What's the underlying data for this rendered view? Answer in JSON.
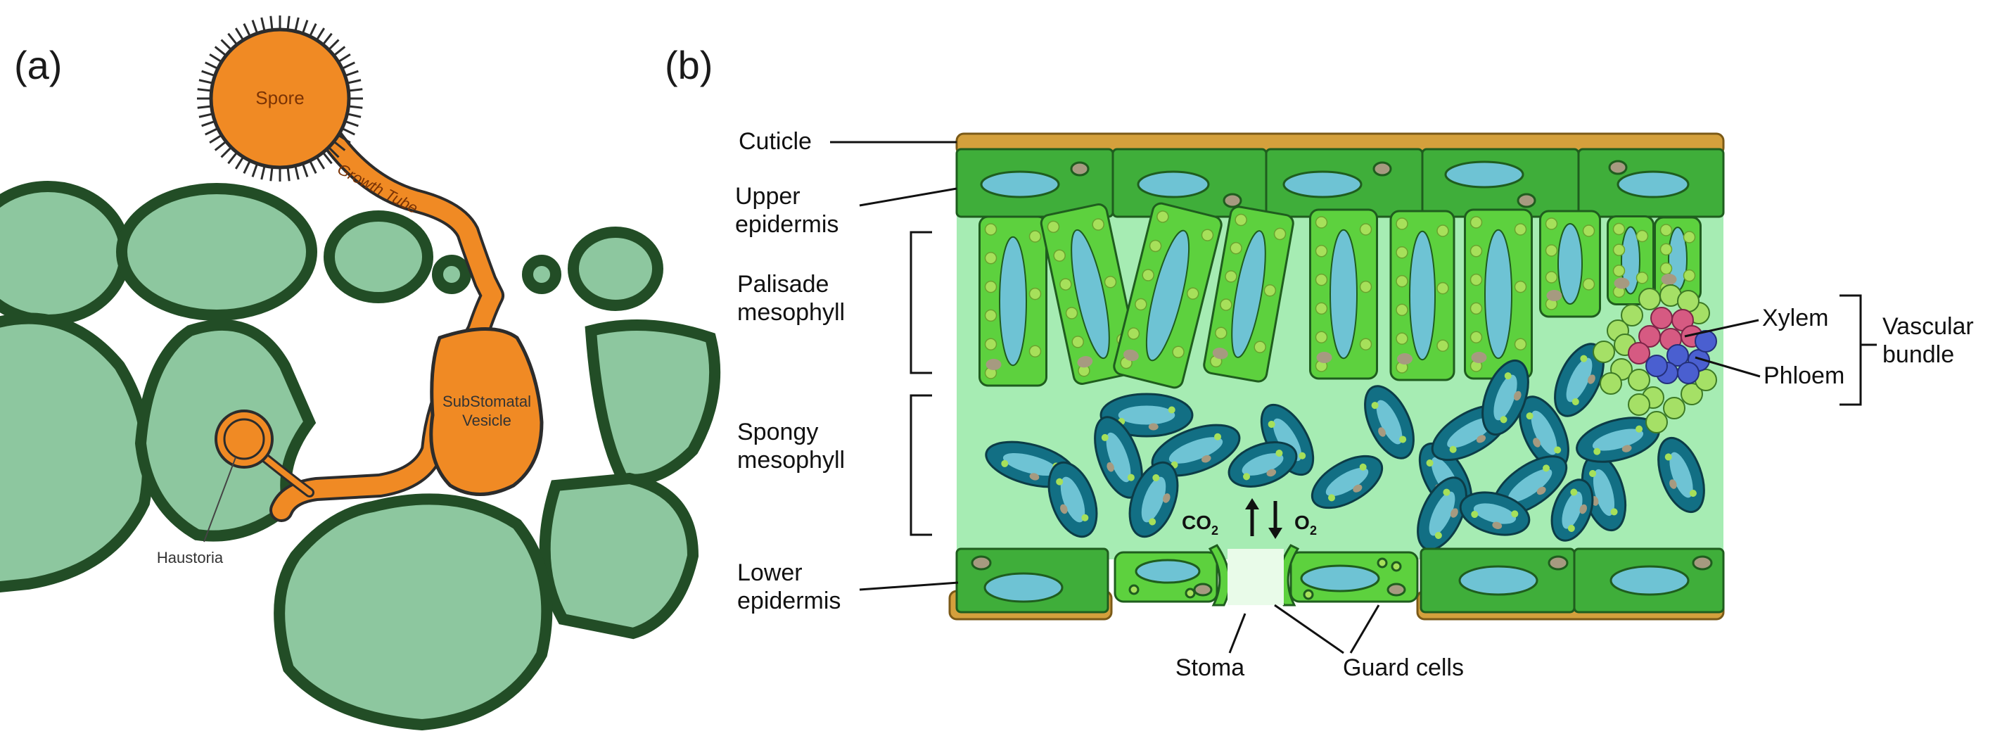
{
  "panels": {
    "a": {
      "label": "(a)",
      "spore": "Spore",
      "growth_tube": "Growth Tube",
      "substomatal_vesicle_line1": "SubStomatal",
      "substomatal_vesicle_line2": "Vesicle",
      "haustoria": "Haustoria"
    },
    "b": {
      "label": "(b)",
      "cuticle": "Cuticle",
      "upper_epidermis_line1": "Upper",
      "upper_epidermis_line2": "epidermis",
      "palisade_line1": "Palisade",
      "palisade_line2": "mesophyll",
      "spongy_line1": "Spongy",
      "spongy_line2": "mesophyll",
      "lower_epidermis_line1": "Lower",
      "lower_epidermis_line2": "epidermis",
      "stoma": "Stoma",
      "guard_cells": "Guard cells",
      "co2": "CO",
      "co2_sub": "2",
      "o2": "O",
      "o2_sub": "2",
      "xylem": "Xylem",
      "phloem": "Phloem",
      "vascular_line1": "Vascular",
      "vascular_line2": "bundle"
    }
  },
  "colors": {
    "plant_cell_fill": "#8dc79f",
    "plant_cell_stroke": "#224d26",
    "fungus": "#f08a24",
    "fungus_stroke": "#2c2c2c",
    "cuticle": "#d4a03c",
    "epidermis": "#3fae3a",
    "palisade": "#5dd13e",
    "chloroplast": "#a6e05a",
    "vacuole": "#6ec3d4",
    "spongy": "#126f84",
    "intercellular": "#a6ecb3",
    "xylem": "#d65a82",
    "phloem": "#4a5fd0",
    "vascular_green": "#a5e066"
  }
}
